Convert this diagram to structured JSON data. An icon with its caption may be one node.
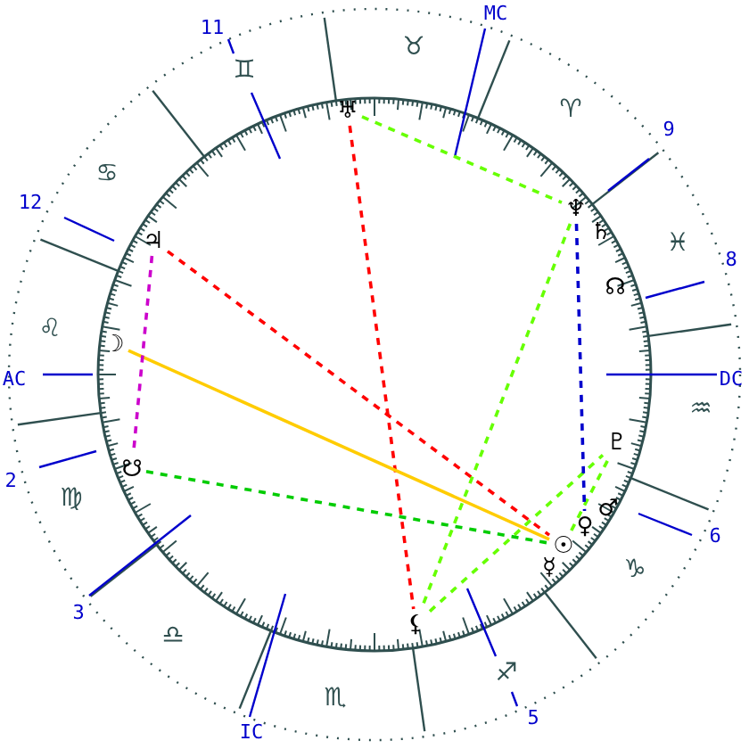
{
  "diagram": {
    "nodes": [
      {
        "text": [
          "♃"
        ]
      },
      {
        "text": [
          "☽"
        ]
      },
      {
        "text": [
          "☋"
        ]
      },
      {
        "text": [
          "♅"
        ]
      },
      {
        "text": [
          "♆"
        ]
      },
      {
        "text": [
          "♄"
        ]
      },
      {
        "text": [
          "☊"
        ]
      },
      {
        "text": [
          "♇"
        ]
      },
      {
        "text": [
          "♂"
        ]
      },
      {
        "text": [
          "♀"
        ]
      },
      {
        "text": [
          "☉"
        ]
      },
      {
        "text": [
          "☿"
        ]
      },
      {
        "text": [
          "⚸"
        ]
      }
    ],
    "edges": [
      {
        "from": 3,
        "to": 12,
        "arrow": "none",
        "style": "dashed",
        "color": "#ff0000"
      },
      {
        "from": 0,
        "to": 10,
        "arrow": "none",
        "style": "dashed",
        "color": "#ff0000"
      },
      {
        "from": 3,
        "to": 4,
        "arrow": "none",
        "style": "dashed",
        "color": "#66ff00"
      },
      {
        "from": 4,
        "to": 12,
        "arrow": "none",
        "style": "dashed",
        "color": "#66ff00"
      },
      {
        "from": 12,
        "to": 7,
        "arrow": "none",
        "style": "dashed",
        "color": "#66ff00"
      },
      {
        "from": 10,
        "to": 7,
        "arrow": "none",
        "style": "dashed",
        "color": "#66ff00"
      },
      {
        "from": 1,
        "to": 10,
        "arrow": "none",
        "color": "#ffcc00"
      },
      {
        "from": 2,
        "to": 10,
        "arrow": "none",
        "style": "dashed",
        "color": "#00cc00"
      },
      {
        "from": 0,
        "to": 2,
        "arrow": "none",
        "style": "dashed",
        "color": "#cc00cc"
      },
      {
        "from": 4,
        "to": 9,
        "arrow": "none",
        "style": "dashed",
        "color": "#0000cc"
      }
    ],
    "labels": [
      "MC",
      "11",
      "♉",
      "♊",
      "♈",
      "9",
      "♋",
      "12",
      "♓",
      "8",
      "♌",
      "AC",
      "DC",
      "♒",
      "2",
      "♍",
      "6",
      "♑",
      "3",
      "♎",
      "♐",
      "♏",
      "5",
      "IC"
    ]
  }
}
